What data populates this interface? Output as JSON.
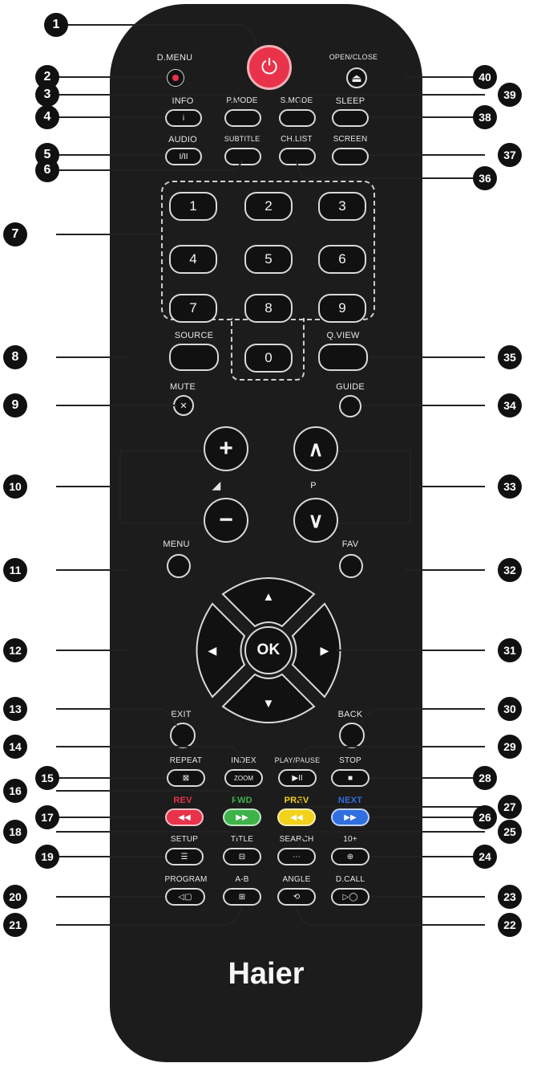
{
  "brand": "Haier",
  "colors": {
    "power": "#e8334a",
    "rev": "#e8334a",
    "fwd": "#3fb24a",
    "prev": "#f2d21b",
    "next": "#2f6fe0"
  },
  "labels": {
    "d_menu": "D.MENU",
    "open_close": "OPEN/CLOSE",
    "info": "INFO",
    "p_mode": "P.MODE",
    "s_mode": "S.MODE",
    "sleep": "SLEEP",
    "audio": "AUDIO",
    "subtitle": "SUBTITLE",
    "ch_list": "CH.LIST",
    "screen": "SCREEN",
    "source": "SOURCE",
    "q_view": "Q.VIEW",
    "mute": "MUTE",
    "guide": "GUIDE",
    "vol": "◢",
    "p": "P",
    "menu": "MENU",
    "fav": "FAV",
    "exit": "EXIT",
    "back": "BACK",
    "repeat": "REPEAT",
    "index": "INDEX",
    "play_pause": "PLAY/PAUSE",
    "stop": "STOP",
    "rev": "REV",
    "fwd": "FWD",
    "prev": "PREV",
    "next": "NEXT",
    "setup": "SETUP",
    "title": "TITLE",
    "search": "SEARCH",
    "ten_plus": "10+",
    "program": "PROGRAM",
    "a_b": "A-B",
    "angle": "ANGLE",
    "d_call": "D.CALL"
  },
  "glyphs": {
    "power": "⏻",
    "eject": "⏏",
    "info": "i",
    "audio": "I/II",
    "plus": "+",
    "minus": "−",
    "up": "▲",
    "down": "▼",
    "left": "◀",
    "right": "▶",
    "ok": "OK",
    "zoom": "ZOOM",
    "play_pause": "▶II",
    "stop": "■",
    "rev": "◀◀",
    "fwd": "▶▶",
    "prev": "◀◀",
    "next": "▶▶",
    "setup": "☰",
    "title": "⊟",
    "search": "⋯",
    "ten_plus": "⊕",
    "program": "◁▢",
    "a_b": "⊞",
    "angle": "⟲",
    "d_call": "▷◯",
    "chev_up": "∧",
    "chev_down": "∨",
    "dot": "•"
  },
  "digits": [
    "1",
    "2",
    "3",
    "4",
    "5",
    "6",
    "7",
    "8",
    "9",
    "0"
  ],
  "callouts": [
    "1",
    "2",
    "3",
    "4",
    "5",
    "6",
    "7",
    "8",
    "9",
    "10",
    "11",
    "12",
    "13",
    "14",
    "15",
    "16",
    "17",
    "18",
    "19",
    "20",
    "21",
    "22",
    "23",
    "24",
    "25",
    "26",
    "27",
    "28",
    "29",
    "30",
    "31",
    "32",
    "33",
    "34",
    "35",
    "36",
    "37",
    "38",
    "39",
    "40"
  ]
}
